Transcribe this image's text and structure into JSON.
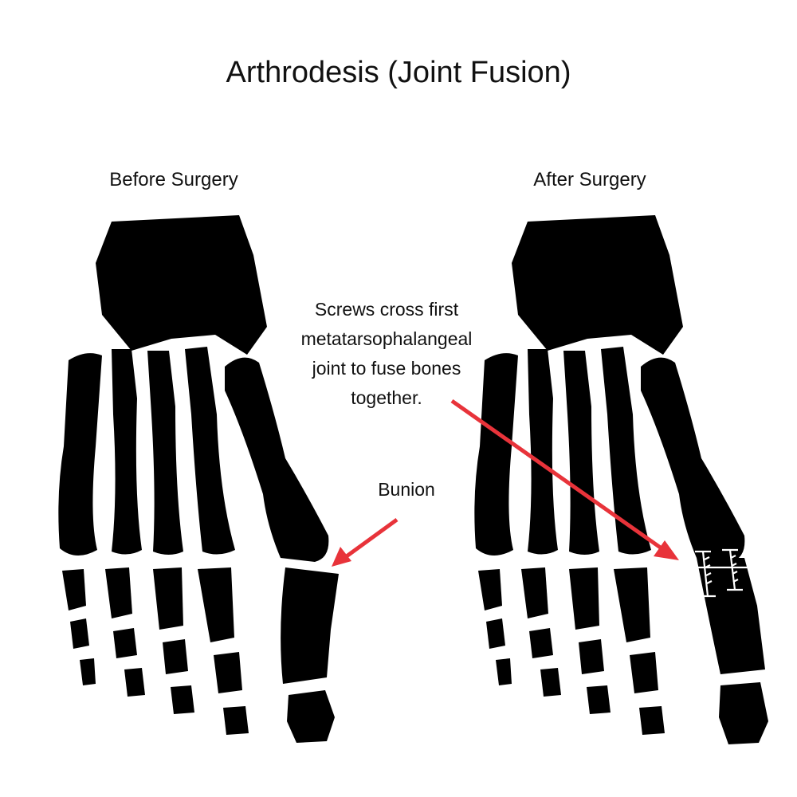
{
  "title": "Arthrodesis (Joint Fusion)",
  "panels": {
    "before": {
      "label": "Before Surgery"
    },
    "after": {
      "label": "After Surgery"
    }
  },
  "annotations": {
    "screws": "Screws cross first\nmetatarsophalangeal\njoint to fuse bones\ntogether.",
    "bunion": "Bunion"
  },
  "colors": {
    "bone": "#000000",
    "background": "#ffffff",
    "arrow": "#e8333a",
    "screw": "#ffffff"
  }
}
